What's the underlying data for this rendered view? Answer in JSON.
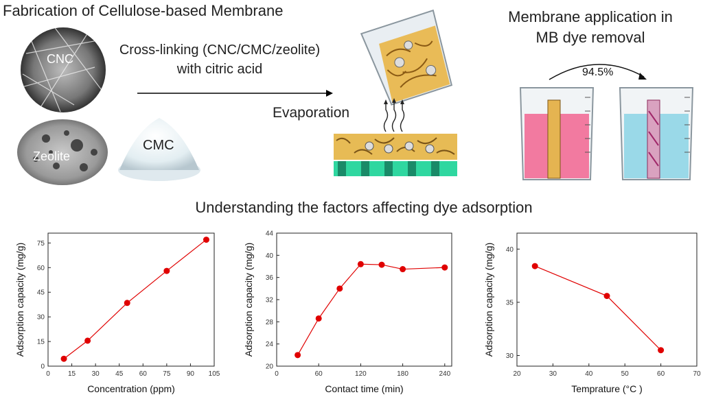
{
  "top": {
    "fabrication_title": "Fabrication of Cellulose-based Membrane",
    "crosslink_line1": "Cross-linking (CNC/CMC/zeolite)",
    "crosslink_line2": "with citric acid",
    "evaporation": "Evaporation",
    "application_line1": "Membrane application in",
    "application_line2": "MB dye removal",
    "removal_percent": "94.5%",
    "labels": {
      "cnc": "CNC",
      "zeolite": "Zeolite",
      "cmc": "CMC"
    }
  },
  "section_title": "Understanding the factors affecting dye adsorption",
  "chart_data": [
    {
      "type": "line",
      "xlabel": "Concentration (ppm)",
      "ylabel": "Adsorption capacity (mg/g)",
      "x": [
        10,
        25,
        50,
        75,
        100
      ],
      "y": [
        4.5,
        15.5,
        38.5,
        58,
        77
      ],
      "xlim": [
        0,
        105
      ],
      "ylim": [
        0,
        81
      ],
      "xticks": [
        0,
        15,
        30,
        45,
        60,
        75,
        90,
        105
      ],
      "yticks": [
        0,
        15,
        30,
        45,
        60,
        75
      ],
      "color": "#e00000"
    },
    {
      "type": "line",
      "xlabel": "Contact time (min)",
      "ylabel": "Adsorption capacity (mg/g)",
      "x": [
        30,
        60,
        90,
        120,
        150,
        180,
        240
      ],
      "y": [
        22,
        28.6,
        34,
        38.4,
        38.3,
        37.5,
        37.8
      ],
      "xlim": [
        0,
        250
      ],
      "ylim": [
        20,
        44
      ],
      "xticks": [
        0,
        60,
        120,
        180,
        240
      ],
      "yticks": [
        20,
        24,
        28,
        32,
        36,
        40,
        44
      ],
      "color": "#e00000"
    },
    {
      "type": "line",
      "xlabel": "Temprature (°C )",
      "ylabel": "Adsorption capacity (mg/g)",
      "x": [
        25,
        45,
        60
      ],
      "y": [
        38.4,
        35.6,
        30.5
      ],
      "xlim": [
        20,
        70
      ],
      "ylim": [
        29,
        41.5
      ],
      "xticks": [
        20,
        30,
        40,
        50,
        60,
        70
      ],
      "yticks": [
        30,
        35,
        40
      ],
      "color": "#e00000"
    }
  ]
}
